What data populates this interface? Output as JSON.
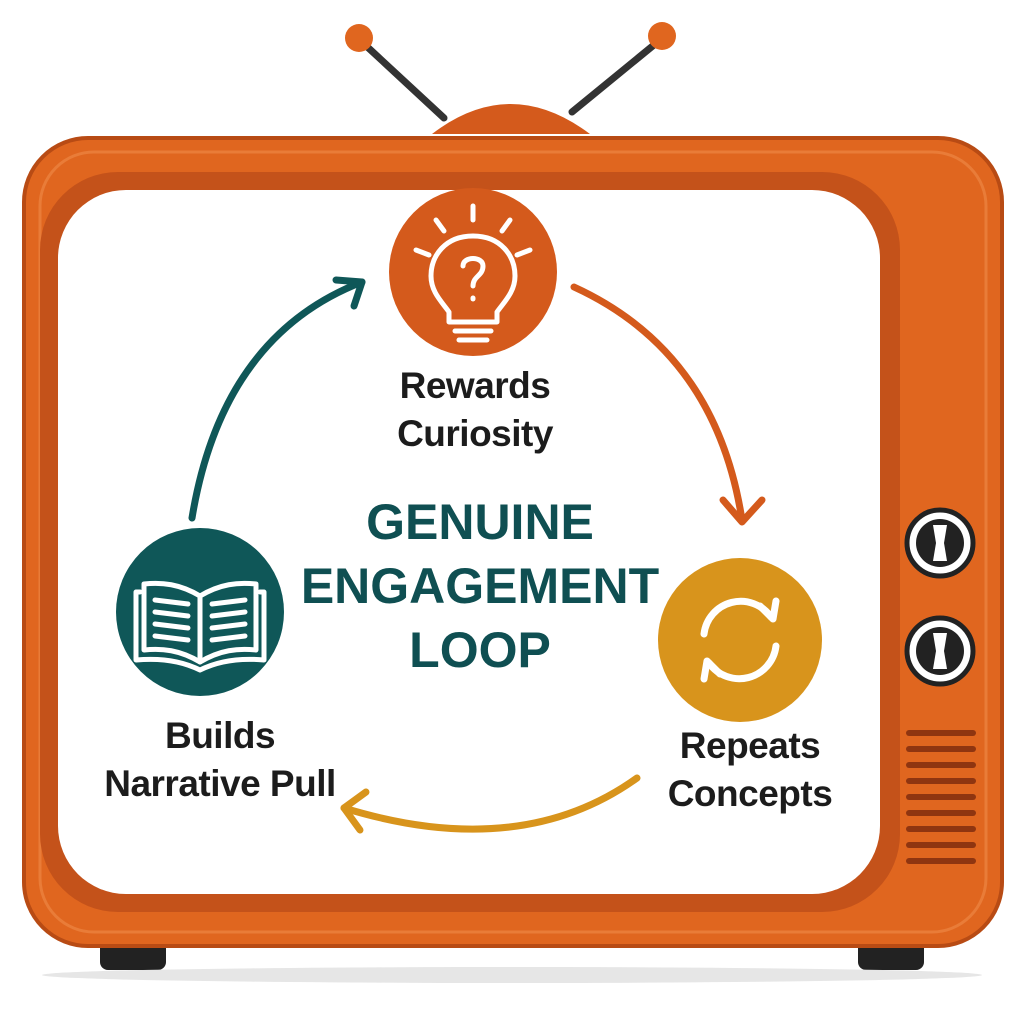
{
  "center_title": {
    "line1": "GENUINE",
    "line2": "ENGAGEMENT",
    "line3": "LOOP"
  },
  "nodes": {
    "rewards": {
      "line1": "Rewards",
      "line2": "Curiosity",
      "icon": "lightbulb-question-icon",
      "color": "#d45a1c"
    },
    "repeats": {
      "line1": "Repeats",
      "line2": "Concepts",
      "icon": "refresh-cycle-icon",
      "color": "#d8941c"
    },
    "builds": {
      "line1": "Builds",
      "line2": "Narrative Pull",
      "icon": "open-book-icon",
      "color": "#0f5758"
    }
  },
  "colors": {
    "tv_body": "#e0661f",
    "tv_body_dark": "#c4521a",
    "teal": "#0f5758",
    "orange": "#d45a1c",
    "gold": "#d8941c",
    "screen": "#ffffff"
  }
}
